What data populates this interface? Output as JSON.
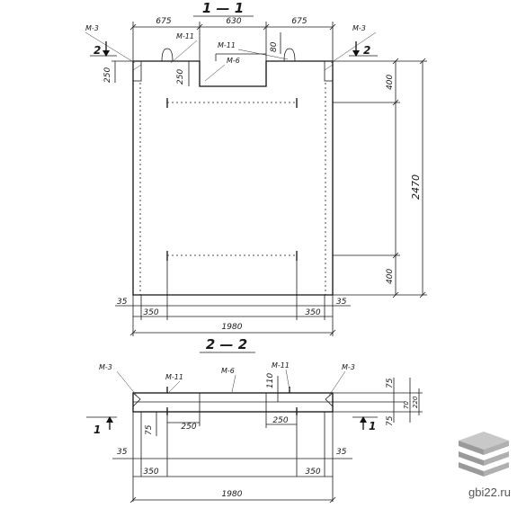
{
  "section_top": {
    "title": "1 — 1",
    "top_dims": [
      "675",
      "630",
      "675"
    ],
    "labels": {
      "m3_left": "М-3",
      "m3_right": "М-3",
      "m11_left": "М-11",
      "m11_right": "М-11",
      "m6": "М-6"
    },
    "dim_250_left": "250",
    "dim_250_mid": "250",
    "dim_80": "80",
    "dim_400_top": "400",
    "dim_2470": "2470",
    "dim_400_bottom": "400",
    "dim_35_left": "35",
    "dim_35_right": "35",
    "dim_350_left": "350",
    "dim_350_right": "350",
    "dim_1980": "1980",
    "cut_left": "2",
    "cut_right": "2"
  },
  "section_bottom": {
    "title": "2 — 2",
    "labels": {
      "m3_left": "М-3",
      "m11_left": "М-11",
      "m6": "М-6",
      "m11_right": "М-11",
      "m3_right": "М-3"
    },
    "dim_75_left": "75",
    "dim_250_left": "250",
    "dim_110": "110",
    "dim_250_right": "250",
    "dim_75_top": "75",
    "dim_70": "70",
    "dim_220": "220",
    "dim_75_bottom": "75",
    "dim_35_left": "35",
    "dim_35_right": "35",
    "dim_350_left": "350",
    "dim_350_right": "350",
    "dim_1980": "1980",
    "cut_left": "1",
    "cut_right": "1"
  },
  "watermark": {
    "text": "gbi22.ru",
    "logo_icon": "stacked-slabs-logo"
  }
}
